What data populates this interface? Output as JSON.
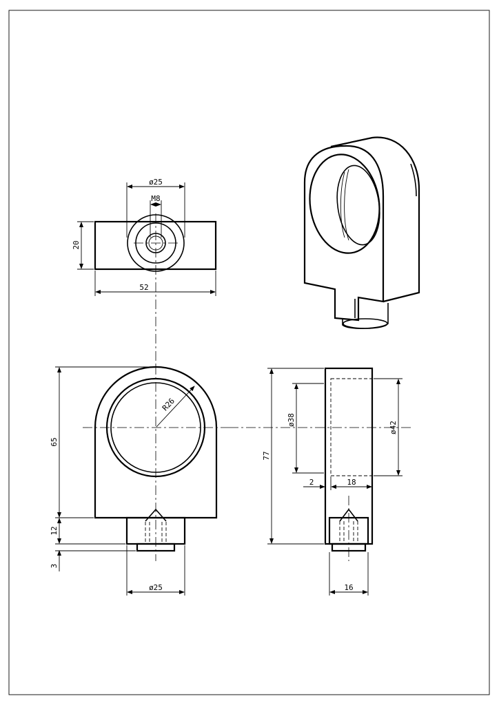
{
  "drawing": {
    "colors": {
      "line": "#000000",
      "background": "#ffffff"
    },
    "top_view": {
      "dims": {
        "bore_dia": "ø25",
        "thread": "M8",
        "height": "20",
        "width": "52"
      }
    },
    "front_view": {
      "dims": {
        "radius": "R26",
        "height": "65",
        "boss_height": "12",
        "step": "3",
        "boss_dia": "ø25"
      }
    },
    "side_view": {
      "dims": {
        "total_height": "77",
        "inner_dia": "ø38",
        "outer_dia": "ø42",
        "offset": "2",
        "depth": "18",
        "boss_width": "16"
      }
    }
  }
}
